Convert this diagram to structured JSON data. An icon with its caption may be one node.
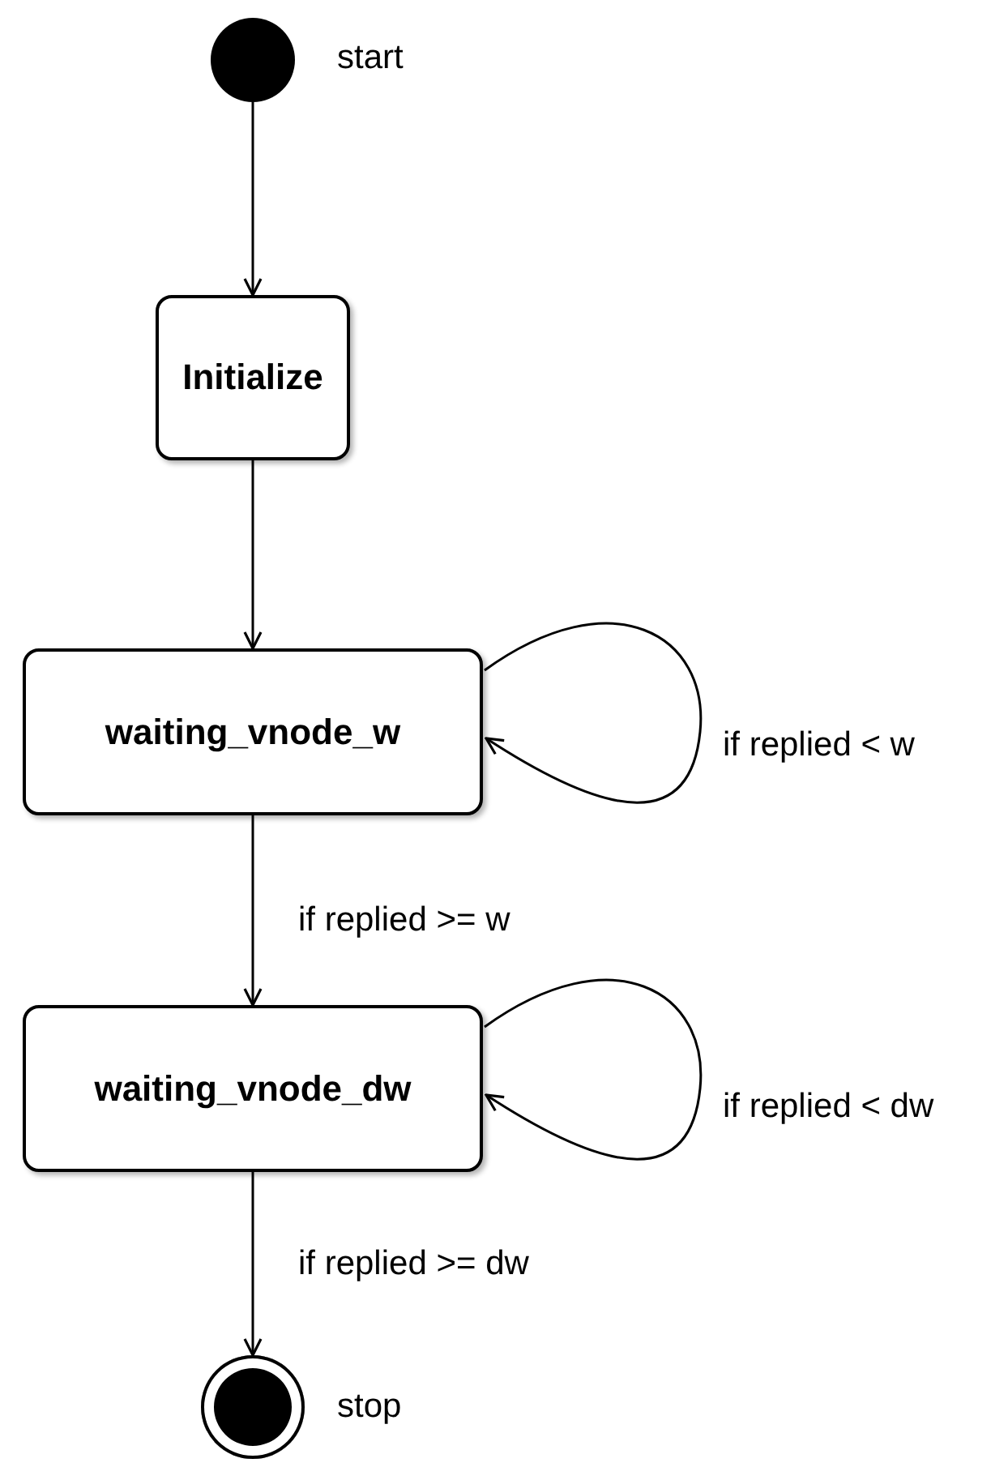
{
  "diagram": {
    "nodes": [
      {
        "text": [],
        "shape": "circle",
        "beside": [
          "start"
        ]
      },
      {
        "text": [
          "Initialize"
        ]
      },
      {
        "text": [
          "waiting_vnode_w"
        ]
      },
      {
        "text": [
          "waiting_vnode_dw"
        ]
      },
      {
        "text": [],
        "shape": "circle",
        "beside": [
          "stop"
        ]
      }
    ],
    "edges": [
      {
        "from": 0,
        "to": 1,
        "arrow": "to"
      },
      {
        "from": 1,
        "to": 2,
        "arrow": "to"
      },
      {
        "from": 2,
        "to": 2,
        "arrow": "to",
        "label": "if replied < w"
      },
      {
        "from": 2,
        "to": 3,
        "arrow": "to",
        "label": "if replied >= w"
      },
      {
        "from": 3,
        "to": 3,
        "arrow": "to",
        "label": "if replied < dw"
      },
      {
        "from": 3,
        "to": 4,
        "arrow": "to",
        "label": "if replied >= dw"
      }
    ]
  }
}
